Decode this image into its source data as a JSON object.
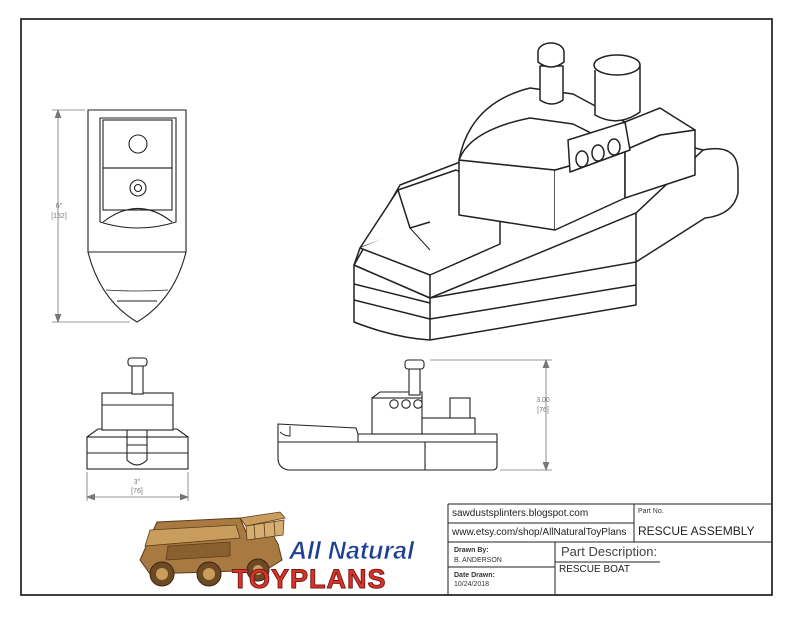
{
  "drawing": {
    "dims": {
      "top_view_length_in": "6\"",
      "top_view_length_mm": "[152]",
      "front_view_width_in": "3\"",
      "front_view_width_mm": "[76]",
      "side_view_height_in": "3.00",
      "side_view_height_mm": "[76]"
    }
  },
  "title_block": {
    "blog_url": "sawdustsplinters.blogspot.com",
    "shop_url": "www.etsy.com/shop/AllNaturalToyPlans",
    "part_no_label": "Part No.",
    "part_no_value": "RESCUE ASSEMBLY",
    "drawn_by_label": "Drawn By:",
    "drawn_by_value": "B. ANDERSON",
    "part_desc_label": "Part Description:",
    "part_desc_value": "RESCUE BOAT",
    "date_label": "Date Drawn:",
    "date_value": "10/24/2018"
  },
  "logo": {
    "line1": "All Natural",
    "line2": "TOYPLANS"
  },
  "colors": {
    "line": "#222222",
    "border": "#111111",
    "dim": "#777777",
    "wood_light": "#c99d5e",
    "wood_mid": "#a87a41",
    "wood_dark": "#6e4a24",
    "logo_blue": "#1f3f93",
    "logo_red": "#d9342b"
  }
}
